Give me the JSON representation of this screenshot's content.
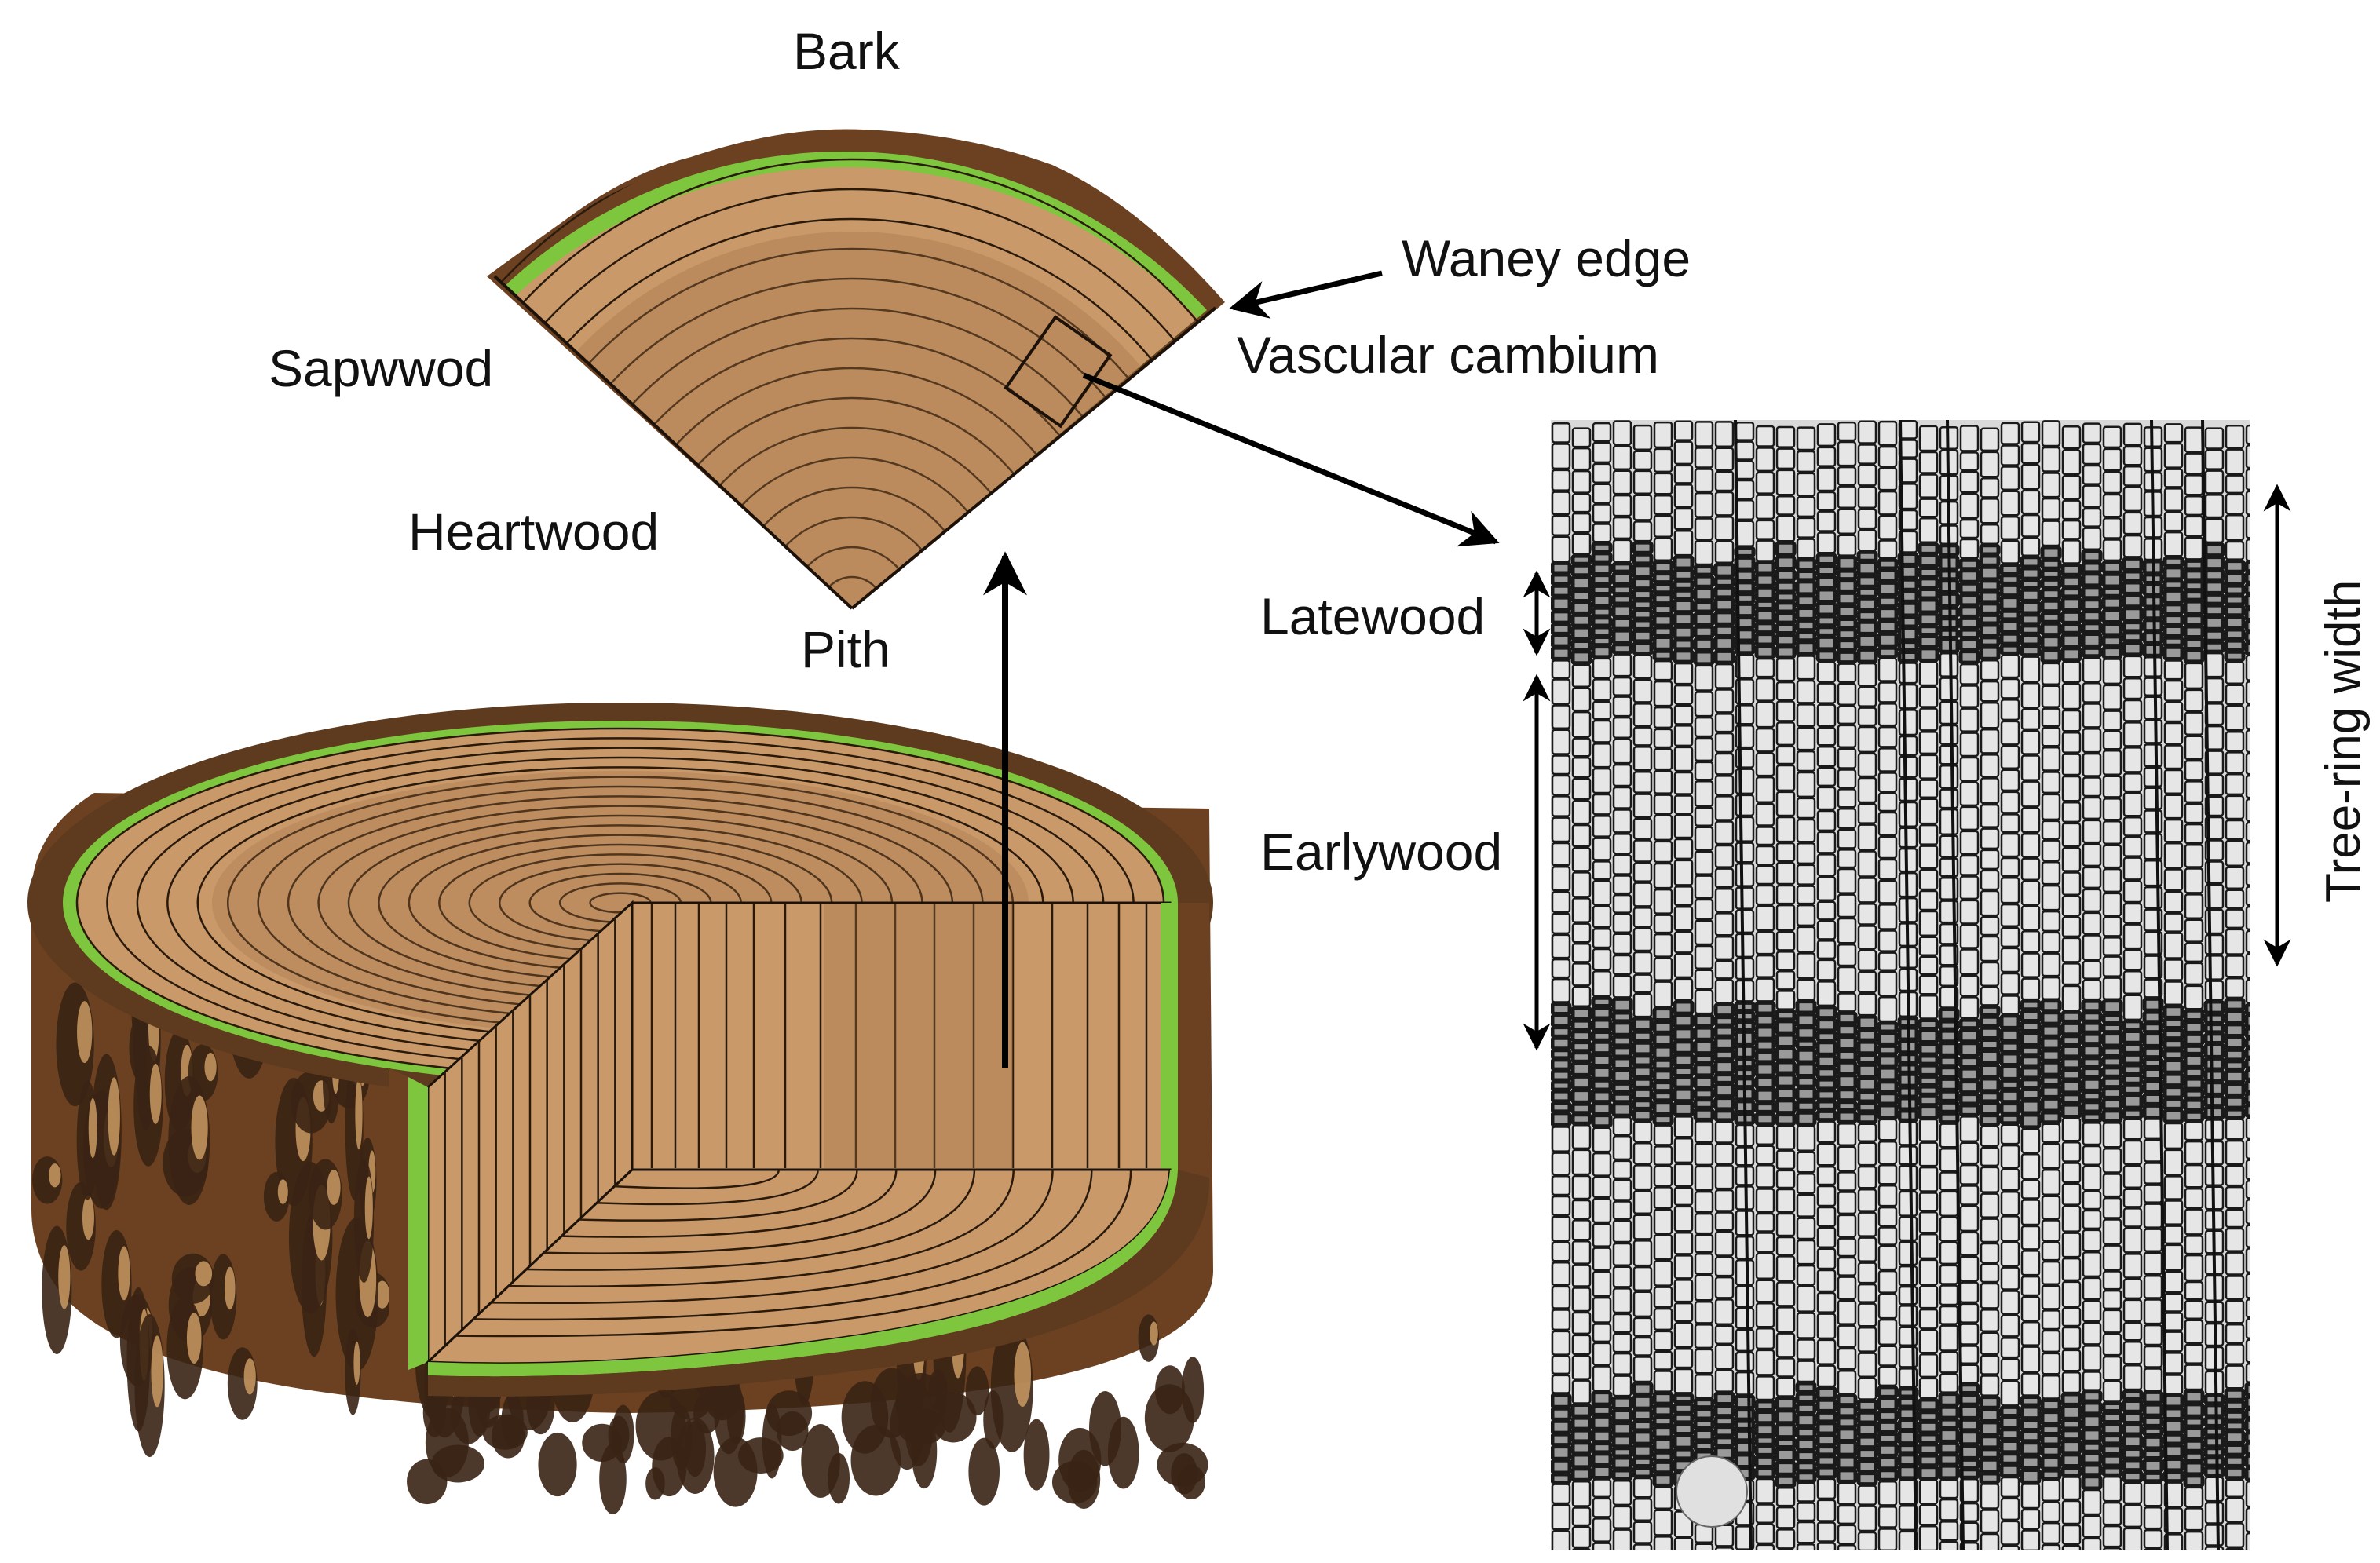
{
  "labels": {
    "bark": "Bark",
    "waney_edge": "Waney edge",
    "vascular_cambium": "Vascular cambium",
    "sapwood": "Sapwwod",
    "heartwood": "Heartwood",
    "pith": "Pith",
    "latewood": "Latewood",
    "earlywood": "Earlywood",
    "tree_ring_width": "Tree-ring width"
  },
  "colors": {
    "bark": "#6b4122",
    "bark_dark": "#3a2414",
    "bark_light": "#c99a62",
    "cambium": "#7fc63f",
    "wood_light": "#d0a574",
    "wood_dark": "#a47445",
    "ring_line": "#2a1a0c",
    "micro_bg": "#d9d9d9",
    "micro_cell": "#1a1a1a"
  },
  "icons": [
    "arrow-up-icon",
    "arrow-right-icon",
    "arrow-left-icon",
    "double-arrow-icon"
  ]
}
